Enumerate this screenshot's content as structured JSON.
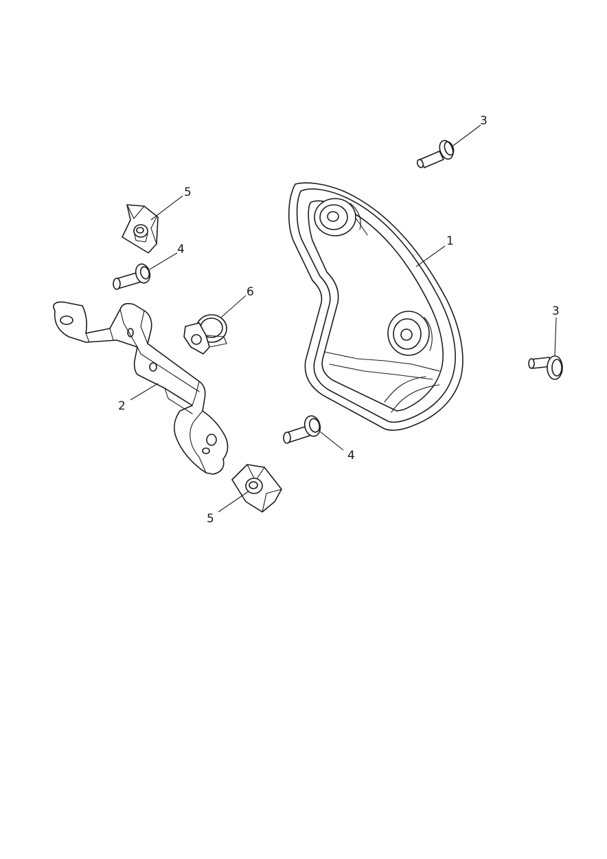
{
  "callouts": [
    {
      "id": "c1",
      "label": "1"
    },
    {
      "id": "c2",
      "label": "2"
    },
    {
      "id": "c3a",
      "label": "3"
    },
    {
      "id": "c3b",
      "label": "3"
    },
    {
      "id": "c4a",
      "label": "4"
    },
    {
      "id": "c4b",
      "label": "4"
    },
    {
      "id": "c5a",
      "label": "5"
    },
    {
      "id": "c5b",
      "label": "5"
    },
    {
      "id": "c6",
      "label": "6"
    }
  ]
}
